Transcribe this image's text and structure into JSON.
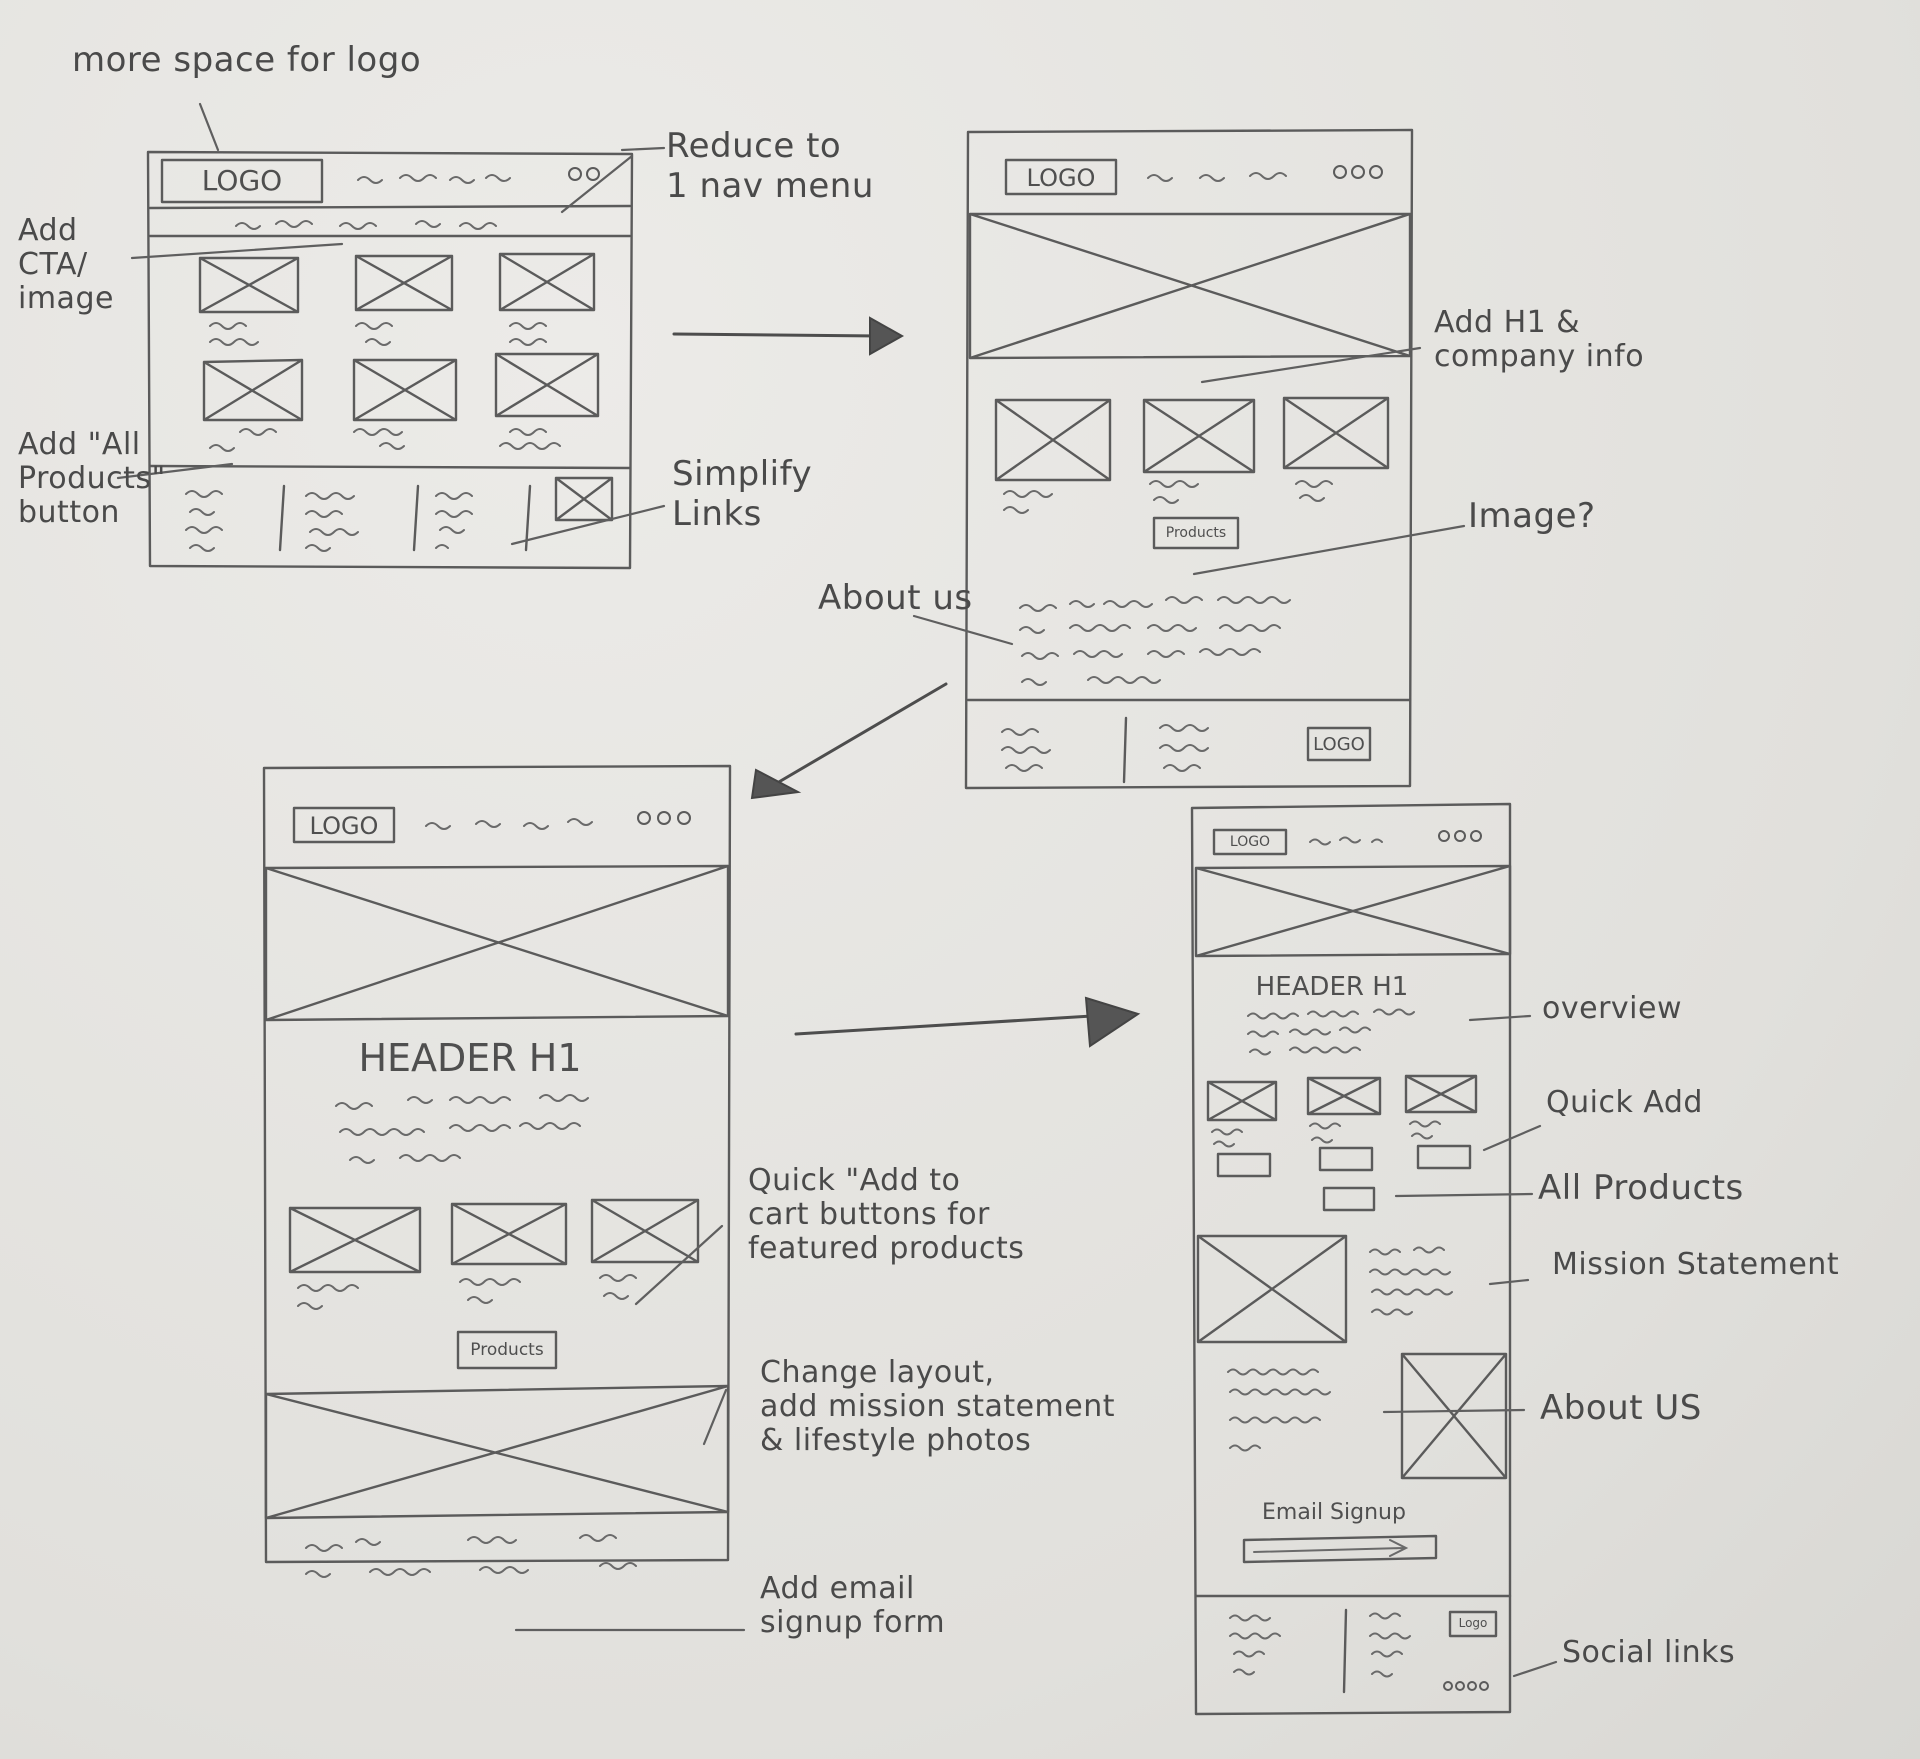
{
  "wireframe_text": {
    "logo_v1": "LOGO",
    "logo_v2": "LOGO",
    "footer_logo_v2": "LOGO",
    "products_btn_v2": "Products",
    "logo_v3": "LOGO",
    "header_v3": "HEADER H1",
    "products_btn_v3": "Products",
    "logo_v4": "LOGO",
    "header_v4": "HEADER H1",
    "email_signup_v4": "Email Signup",
    "footer_logo_v4": "Logo"
  },
  "annotations": {
    "more_space_logo": "more space for logo",
    "reduce_nav": "Reduce to\n1 nav menu",
    "add_cta": "Add\nCTA/\nimage",
    "add_all_products": "Add \"All\nProducts\"\nbutton",
    "simplify_links": "Simplify\nLinks",
    "add_h1": "Add H1 &\ncompany info",
    "image_q": "Image?",
    "about_us_v2": "About us",
    "quick_add_cart": "Quick \"Add to\ncart buttons for\nfeatured products",
    "change_layout": "Change layout,\nadd mission statement\n& lifestyle photos",
    "add_email": "Add email\nsignup form",
    "overview": "overview",
    "quick_add": "Quick Add",
    "all_products": "All Products",
    "mission_statement": "Mission Statement",
    "about_us_v4": "About US",
    "social_links": "Social links"
  }
}
